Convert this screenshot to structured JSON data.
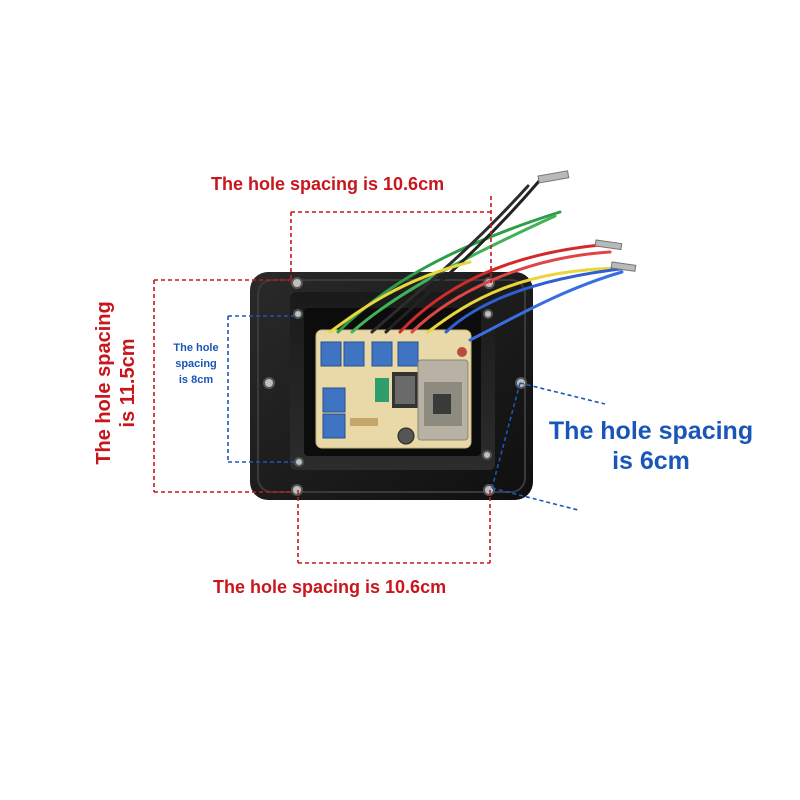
{
  "annotations": {
    "top": "The hole spacing is 10.6cm",
    "bottom": "The hole spacing is 10.6cm",
    "left": {
      "line1": "The hole spacing",
      "line2": "is 11.5cm"
    },
    "inner": {
      "line1": "The hole",
      "line2": "spacing",
      "line3": "is 8cm"
    },
    "right": {
      "line1": "The hole spacing",
      "line2": "is 6cm"
    }
  },
  "colors": {
    "red_annotation": "#c9161d",
    "blue_annotation": "#1a56b8",
    "enclosure": "#1b1b1b",
    "pcb": "#e9d9a8",
    "relay": "#3f74c2"
  }
}
